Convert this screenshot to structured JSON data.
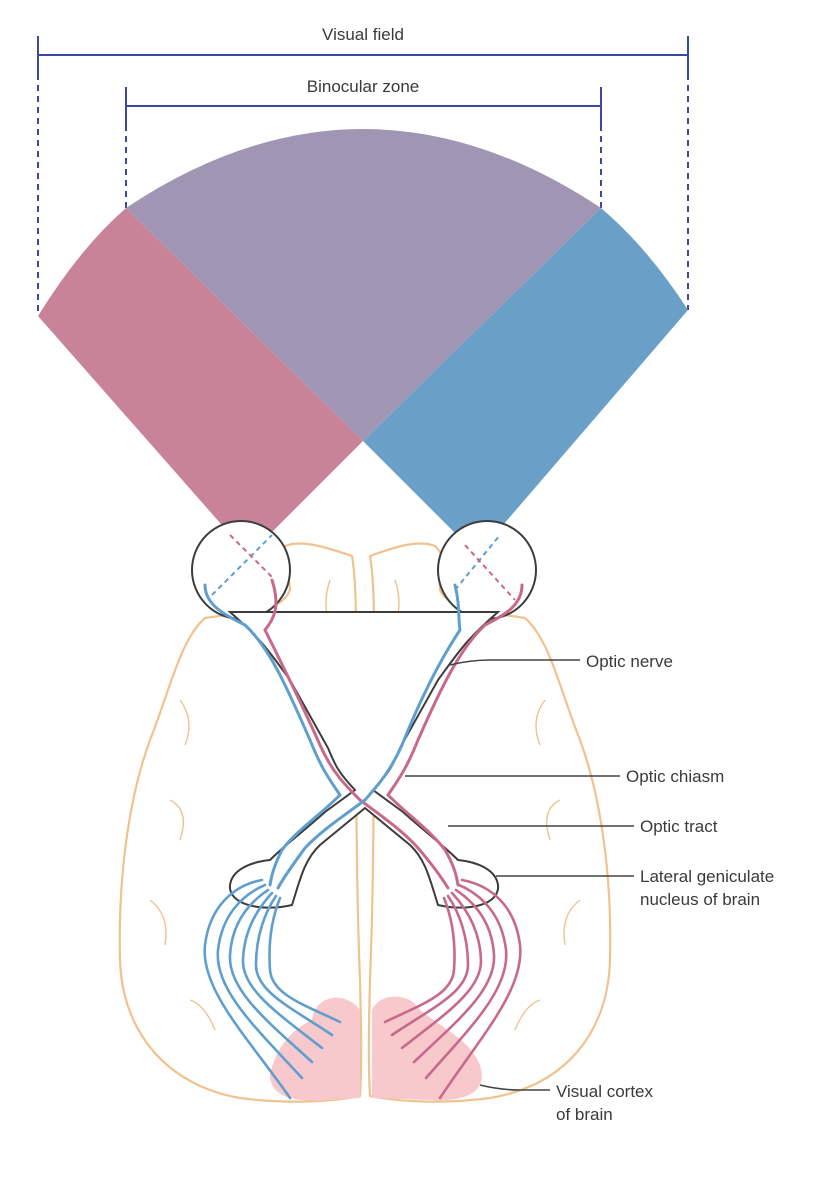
{
  "labels": {
    "visual_field": "Visual field",
    "binocular_zone": "Binocular zone",
    "optic_nerve": "Optic nerve",
    "optic_chiasm": "Optic chiasm",
    "optic_tract": "Optic tract",
    "lgn_line1": "Lateral geniculate",
    "lgn_line2": "nucleus of brain",
    "cortex_line1": "Visual cortex",
    "cortex_line2": "of brain"
  },
  "colors": {
    "left_field": "#c98399",
    "binocular": "#a096b3",
    "right_field": "#6aa0c8",
    "blue_pathway": "#5f9fcf",
    "pink_pathway": "#c8698c",
    "brain_outline": "#f0c28e",
    "cortex_fill": "#f7c9cc",
    "dimension_lines": "#3b4aa0"
  }
}
